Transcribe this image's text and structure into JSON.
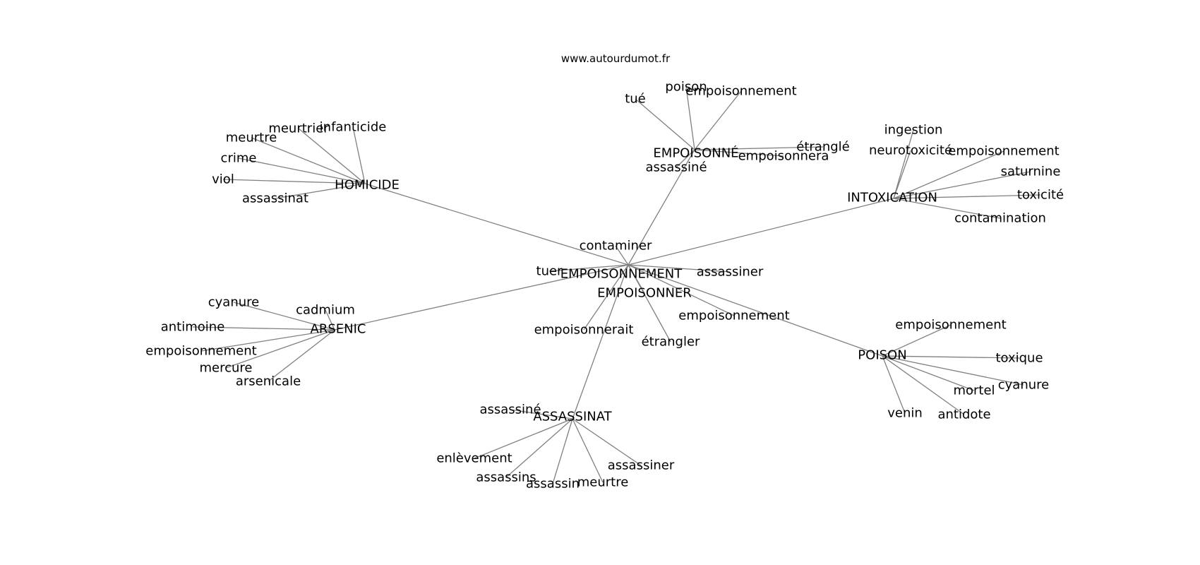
{
  "source_label": "www.autourdumot.fr",
  "edge_color": "#808080",
  "text_color": "#000000",
  "center": "EMPOISONNEMENT",
  "nodes": [
    {
      "id": "n0",
      "label": "EMPOISONNEMENT"
    },
    {
      "id": "n1",
      "label": "tuer"
    },
    {
      "id": "n2",
      "label": "contaminer"
    },
    {
      "id": "n3",
      "label": "assassiner"
    },
    {
      "id": "n4",
      "label": "EMPOISONNER"
    },
    {
      "id": "n5",
      "label": "empoisonnement"
    },
    {
      "id": "n6",
      "label": "empoisonnerait"
    },
    {
      "id": "n7",
      "label": "étrangler"
    },
    {
      "id": "h0",
      "label": "HOMICIDE"
    },
    {
      "id": "h1",
      "label": "meurtrier"
    },
    {
      "id": "h2",
      "label": "infanticide"
    },
    {
      "id": "h3",
      "label": "meurtre"
    },
    {
      "id": "h4",
      "label": "crime"
    },
    {
      "id": "h5",
      "label": "viol"
    },
    {
      "id": "h6",
      "label": "assassinat"
    },
    {
      "id": "e0",
      "label": "EMPOISONNÉ"
    },
    {
      "id": "e1",
      "label": "tué"
    },
    {
      "id": "e2",
      "label": "poison"
    },
    {
      "id": "e3",
      "label": "empoisonnement"
    },
    {
      "id": "e4",
      "label": "étranglé"
    },
    {
      "id": "e5",
      "label": "empoisonnera"
    },
    {
      "id": "e6",
      "label": "assassiné"
    },
    {
      "id": "i0",
      "label": "INTOXICATION"
    },
    {
      "id": "i1",
      "label": "ingestion"
    },
    {
      "id": "i2",
      "label": "neurotoxicité"
    },
    {
      "id": "i3",
      "label": "empoisonnement"
    },
    {
      "id": "i4",
      "label": "saturnine"
    },
    {
      "id": "i5",
      "label": "toxicité"
    },
    {
      "id": "i6",
      "label": "contamination"
    },
    {
      "id": "a0",
      "label": "ARSENIC"
    },
    {
      "id": "a1",
      "label": "cyanure"
    },
    {
      "id": "a2",
      "label": "cadmium"
    },
    {
      "id": "a3",
      "label": "antimoine"
    },
    {
      "id": "a4",
      "label": "empoisonnement"
    },
    {
      "id": "a5",
      "label": "mercure"
    },
    {
      "id": "a6",
      "label": "arsenicale"
    },
    {
      "id": "p0",
      "label": "POISON"
    },
    {
      "id": "p1",
      "label": "empoisonnement"
    },
    {
      "id": "p2",
      "label": "toxique"
    },
    {
      "id": "p3",
      "label": "cyanure"
    },
    {
      "id": "p4",
      "label": "mortel"
    },
    {
      "id": "p5",
      "label": "antidote"
    },
    {
      "id": "p6",
      "label": "venin"
    },
    {
      "id": "s0",
      "label": "ASSASSINAT"
    },
    {
      "id": "s1",
      "label": "assassiné"
    },
    {
      "id": "s2",
      "label": "enlèvement"
    },
    {
      "id": "s3",
      "label": "assassins"
    },
    {
      "id": "s4",
      "label": "assassin"
    },
    {
      "id": "s5",
      "label": "meurtre"
    },
    {
      "id": "s6",
      "label": "assassiner"
    }
  ],
  "edges": [
    [
      "n0",
      "n1"
    ],
    [
      "n0",
      "n2"
    ],
    [
      "n0",
      "n3"
    ],
    [
      "n0",
      "n4"
    ],
    [
      "n0",
      "n5"
    ],
    [
      "n0",
      "n6"
    ],
    [
      "n0",
      "n7"
    ],
    [
      "n0",
      "h0"
    ],
    [
      "n0",
      "e0"
    ],
    [
      "n0",
      "i0"
    ],
    [
      "n0",
      "a0"
    ],
    [
      "n0",
      "p0"
    ],
    [
      "n0",
      "s0"
    ],
    [
      "h0",
      "h1"
    ],
    [
      "h0",
      "h2"
    ],
    [
      "h0",
      "h3"
    ],
    [
      "h0",
      "h4"
    ],
    [
      "h0",
      "h5"
    ],
    [
      "h0",
      "h6"
    ],
    [
      "e0",
      "e1"
    ],
    [
      "e0",
      "e2"
    ],
    [
      "e0",
      "e3"
    ],
    [
      "e0",
      "e4"
    ],
    [
      "e0",
      "e5"
    ],
    [
      "e0",
      "e6"
    ],
    [
      "i0",
      "i1"
    ],
    [
      "i0",
      "i2"
    ],
    [
      "i0",
      "i3"
    ],
    [
      "i0",
      "i4"
    ],
    [
      "i0",
      "i5"
    ],
    [
      "i0",
      "i6"
    ],
    [
      "a0",
      "a1"
    ],
    [
      "a0",
      "a2"
    ],
    [
      "a0",
      "a3"
    ],
    [
      "a0",
      "a4"
    ],
    [
      "a0",
      "a5"
    ],
    [
      "a0",
      "a6"
    ],
    [
      "p0",
      "p1"
    ],
    [
      "p0",
      "p2"
    ],
    [
      "p0",
      "p3"
    ],
    [
      "p0",
      "p4"
    ],
    [
      "p0",
      "p5"
    ],
    [
      "p0",
      "p6"
    ],
    [
      "s0",
      "s1"
    ],
    [
      "s0",
      "s2"
    ],
    [
      "s0",
      "s3"
    ],
    [
      "s0",
      "s4"
    ],
    [
      "s0",
      "s5"
    ],
    [
      "s0",
      "s6"
    ]
  ]
}
